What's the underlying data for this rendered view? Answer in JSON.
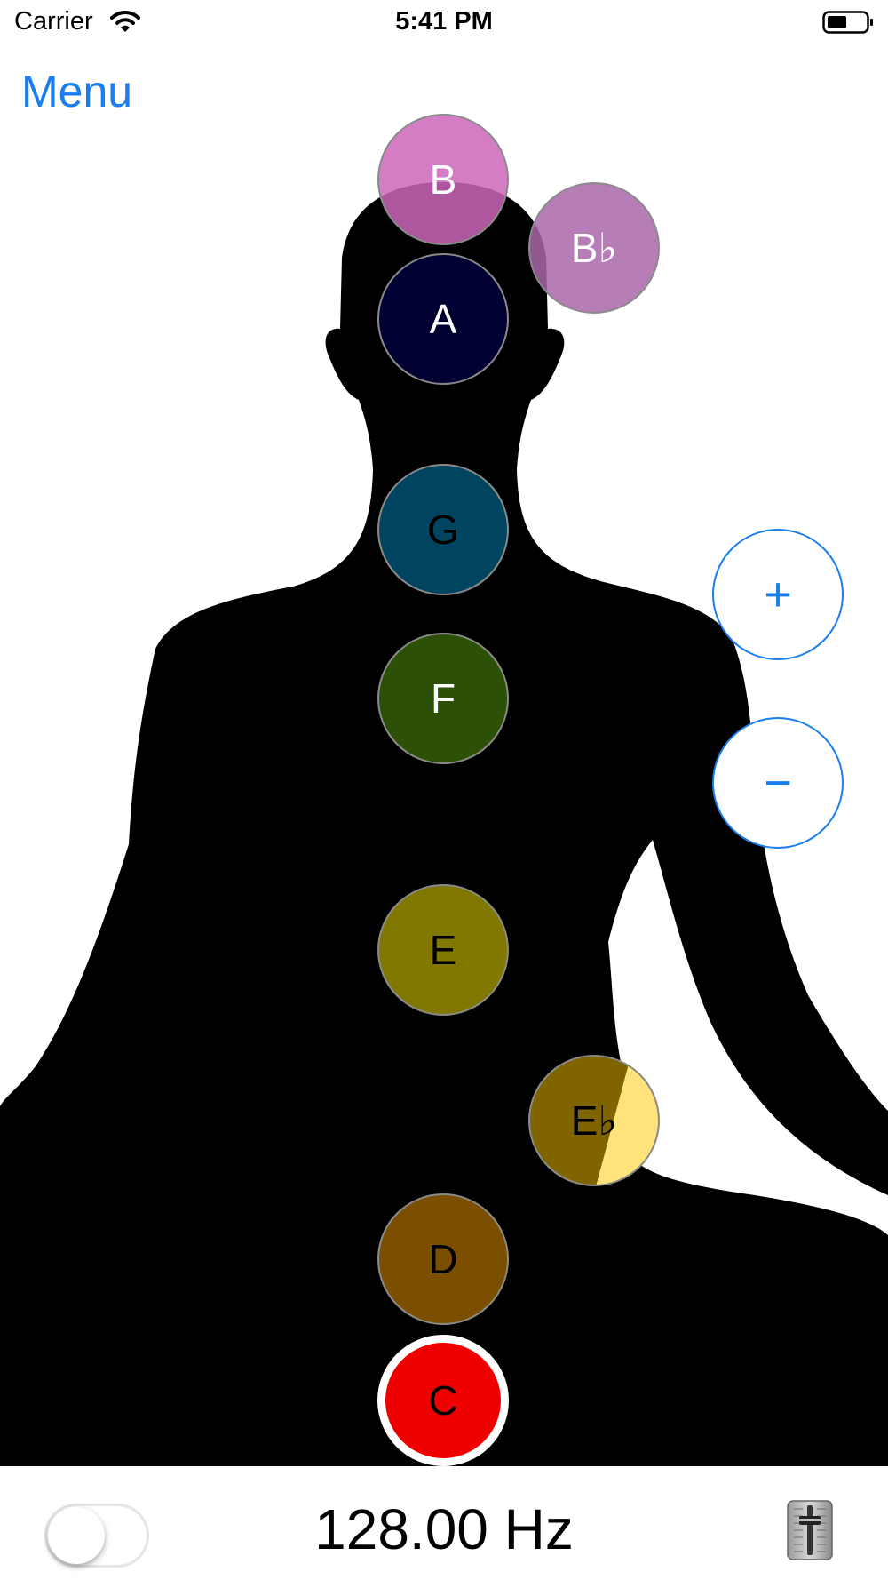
{
  "status_bar": {
    "carrier": "Carrier",
    "time": "5:41 PM"
  },
  "menu_label": "Menu",
  "notes": [
    {
      "label": "B",
      "color": "#cc66bb"
    },
    {
      "label": "B♭",
      "color": "#aa66aa"
    },
    {
      "label": "A",
      "color": "#000033"
    },
    {
      "label": "G",
      "color": "#00445f"
    },
    {
      "label": "F",
      "color": "#2c5005"
    },
    {
      "label": "E",
      "color": "#807800"
    },
    {
      "label": "E♭",
      "color": "#7f6400"
    },
    {
      "label": "D",
      "color": "#7c4f00"
    },
    {
      "label": "C",
      "color": "#ee0000"
    }
  ],
  "zoom": {
    "plus": "+",
    "minus": "−"
  },
  "frequency": "128.00 Hz",
  "colors": {
    "accent": "#1a7ef0",
    "silhouette": "#000000"
  },
  "icons": {
    "mixer": "slider-mixer-icon",
    "wifi": "wifi-icon",
    "battery": "battery-icon"
  }
}
